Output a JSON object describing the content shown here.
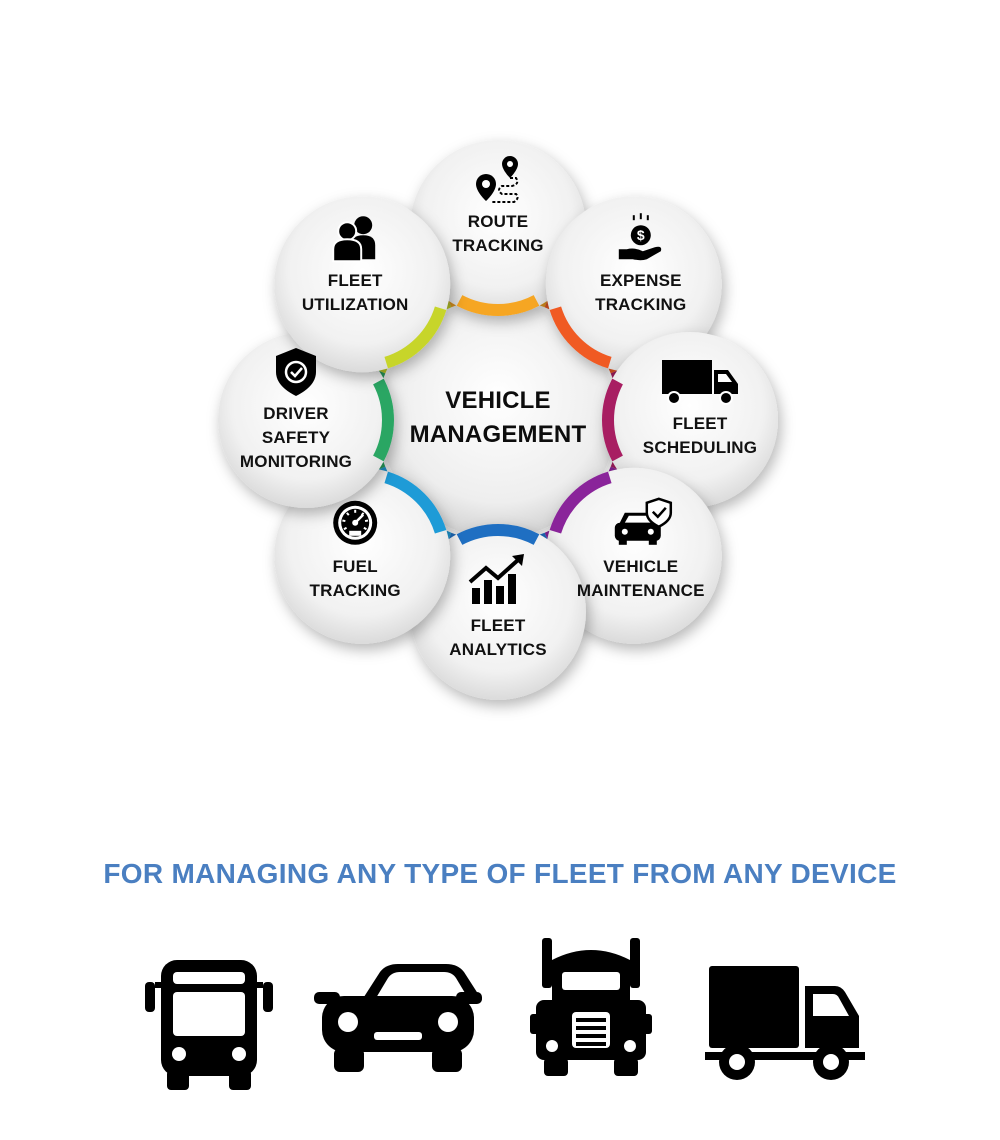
{
  "center": {
    "lines": [
      "VEHICLE",
      "MANAGEMENT"
    ]
  },
  "features": [
    {
      "key": "route-tracking",
      "lines": [
        "ROUTE",
        "TRACKING"
      ],
      "color": "#f6a623",
      "icon": "route-map-pin-icon"
    },
    {
      "key": "expense-tracking",
      "lines": [
        "EXPENSE",
        "TRACKING"
      ],
      "color": "#f05a23",
      "icon": "dollar-hand-icon"
    },
    {
      "key": "fleet-scheduling",
      "lines": [
        "FLEET",
        "SCHEDULING"
      ],
      "color": "#a81e62",
      "icon": "truck-icon"
    },
    {
      "key": "vehicle-maintenance",
      "lines": [
        "VEHICLE",
        "MAINTENANCE"
      ],
      "color": "#8a249a",
      "icon": "car-shield-icon"
    },
    {
      "key": "fleet-analytics",
      "lines": [
        "FLEET",
        "ANALYTICS"
      ],
      "color": "#1f6fc2",
      "icon": "growth-chart-icon"
    },
    {
      "key": "fuel-tracking",
      "lines": [
        "FUEL",
        "TRACKING"
      ],
      "color": "#1e9bd7",
      "icon": "fuel-gauge-icon"
    },
    {
      "key": "driver-safety-monitoring",
      "lines": [
        "DRIVER",
        "SAFETY",
        "MONITORING"
      ],
      "color": "#2aa663",
      "icon": "shield-check-icon"
    },
    {
      "key": "fleet-utilization",
      "lines": [
        "FLEET",
        "UTILIZATION"
      ],
      "color": "#c7d52a",
      "icon": "people-icon"
    }
  ],
  "tagline": "FOR MANAGING ANY TYPE OF FLEET FROM ANY DEVICE",
  "fleet_icons": [
    "bus-icon",
    "car-icon",
    "semi-truck-icon",
    "delivery-truck-icon"
  ],
  "colors": {
    "tagline": "#4a7fc1",
    "icon": "#000000",
    "text": "#111111"
  }
}
